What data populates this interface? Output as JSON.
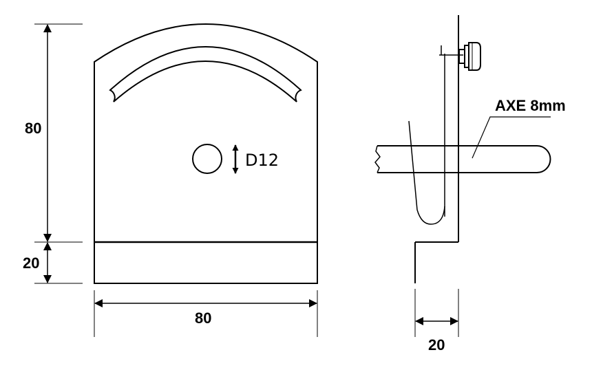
{
  "dimensions": {
    "height_top": "80",
    "height_bottom": "20",
    "width": "80",
    "thickness": "20"
  },
  "labels": {
    "hole": "D12",
    "axle": "AXE 8mm"
  },
  "colors": {
    "line": "#000000",
    "background": "#ffffff"
  }
}
